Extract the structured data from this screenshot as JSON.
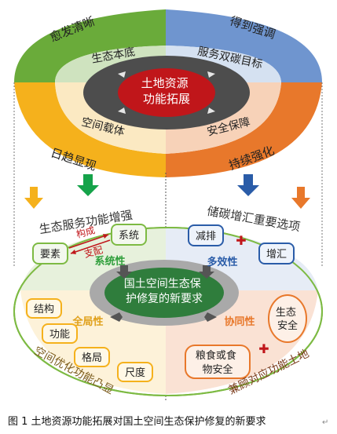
{
  "center_title": "土地资源\n功能拓展",
  "top_ring": {
    "left_outer": "愈发清晰",
    "right_outer": "得到强调",
    "left_bottom": "日趋显现",
    "right_bottom": "持续强化"
  },
  "inner_ring": {
    "top_left": "生态本底",
    "top_right": "服务双碳目标",
    "bottom_left": "空间载体",
    "bottom_right": "安全保障"
  },
  "bottom": {
    "left_header": "生态服务功能增强",
    "right_header": "储碳增汇重要选项",
    "center_title": "国土空间生态保\n护修复的新要求",
    "systematic": "系统性",
    "multi_effect": "多效性",
    "overall": "全局性",
    "coordination": "协同性",
    "compose": "构成",
    "dominate": "支配",
    "element": "要素",
    "system": "系统",
    "reduce": "减排",
    "sink": "增汇",
    "structure": "结构",
    "function": "功能",
    "pattern": "格局",
    "scale": "尺度",
    "eco_safety": "生态\n安全",
    "food_safety": "粮食或食\n物安全",
    "plus": "✚",
    "left_footer": "空间优化功能凸显",
    "right_footer": "兼顾对应功能土地"
  },
  "caption": "图 1  土地资源功能拓展对国土空间生态保护修复的新要求",
  "colors": {
    "green": "#6aab3a",
    "blue": "#6f95cf",
    "gold": "#f5b11c",
    "orange": "#e8782b",
    "red": "#c0161a",
    "dark_gray": "#4d4d4d",
    "light_gray": "#d6d6d6"
  }
}
